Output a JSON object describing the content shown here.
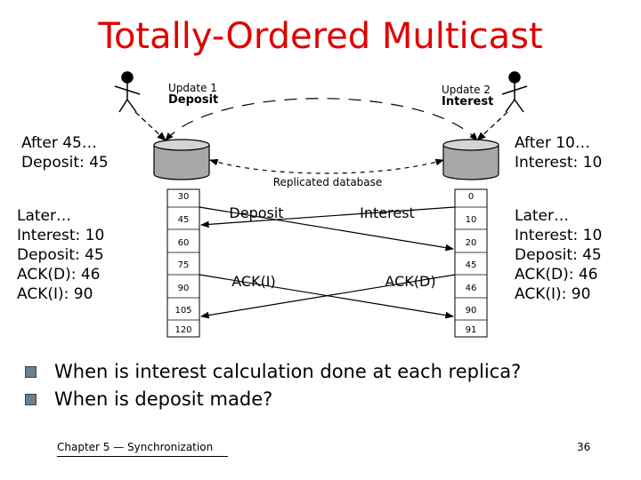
{
  "title": "Totally-Ordered Multicast",
  "update1": {
    "label": "Update 1",
    "op": "Deposit"
  },
  "update2": {
    "label": "Update 2",
    "op": "Interest"
  },
  "left_replica_state": [
    "After 45…",
    "Deposit: 45"
  ],
  "right_replica_state": [
    "After 10…",
    "Interest: 10"
  ],
  "replicated_database_label": "Replicated database",
  "left_later": [
    "Later…",
    "Interest: 10",
    "Deposit: 45",
    "ACK(D): 46",
    "ACK(I): 90"
  ],
  "right_later": [
    "Later…",
    "Interest: 10",
    "Deposit: 45",
    "ACK(D): 46",
    "ACK(I): 90"
  ],
  "left_clock": [
    "30",
    "45",
    "60",
    "75",
    "90",
    "105",
    "120"
  ],
  "right_clock": [
    "0",
    "10",
    "20",
    "45",
    "46",
    "90",
    "91"
  ],
  "messages": {
    "deposit": "Deposit",
    "interest": "Interest",
    "ack_i": "ACK(I)",
    "ack_d": "ACK(D)"
  },
  "bullets": [
    "When is interest calculation done at each replica?",
    "When is deposit made?"
  ],
  "footer": "Chapter 5 — Synchronization",
  "page_number": "36"
}
